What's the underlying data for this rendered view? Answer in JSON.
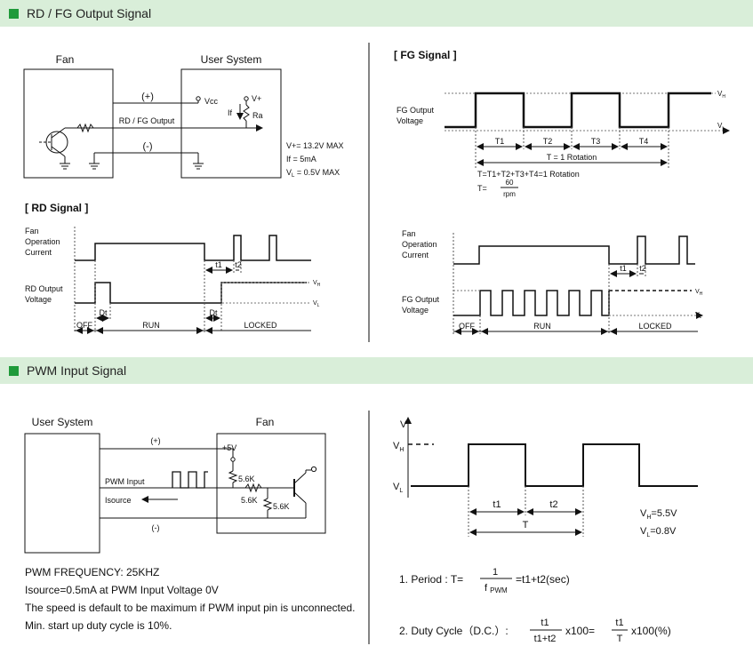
{
  "sections": {
    "rdfg_title": "RD / FG Output Signal",
    "pwm_title": "PWM Input Signal"
  },
  "rdfg_circuit": {
    "fan_label": "Fan",
    "user_system_label": "User System",
    "plus": "(+)",
    "minus": "(-)",
    "vcc": "Vcc",
    "vplus": "V+",
    "if_label": "If",
    "ra": "Ra",
    "output_line": "RD / FG Output",
    "spec1": "V+= 13.2V MAX",
    "spec2": "If   = 5mA",
    "spec3_prefix": "V",
    "spec3_sub": "L",
    "spec3_rest": " = 0.5V MAX"
  },
  "fg_signal": {
    "title": "[ FG Signal ]",
    "output_label_1": "FG Output",
    "output_label_2": "Voltage",
    "vh": "VH",
    "vl": "VL",
    "t1": "T1",
    "t2": "T2",
    "t3": "T3",
    "t4": "T4",
    "rotation": "T = 1 Rotation",
    "sum": "T=T1+T2+T3+T4=1 Rotation",
    "t_eq": "T=",
    "num": "60",
    "den": "rpm"
  },
  "rd_signal": {
    "title": "[ RD Signal ]",
    "current_1": "Fan",
    "current_2": "Operation",
    "current_3": "Current",
    "voltage_1": "RD Output",
    "voltage_2": "Voltage",
    "dt": "Dt",
    "t1": "t1",
    "t2": "t2",
    "off": "OFF",
    "run": "RUN",
    "locked": "LOCKED",
    "vh": "VH",
    "vl": "VL"
  },
  "fg_locked": {
    "current_1": "Fan",
    "current_2": "Operation",
    "current_3": "Current",
    "voltage_1": "FG Output",
    "voltage_2": "Voltage",
    "t1": "t1",
    "t2": "t2",
    "off": "OFF",
    "run": "RUN",
    "locked": "LOCKED",
    "vh": "VH",
    "vl": "VL"
  },
  "pwm_circuit": {
    "user_system_label": "User System",
    "fan_label": "Fan",
    "plus": "(+)",
    "minus": "(-)",
    "pwm_input": "PWM Input",
    "isource": "Isource",
    "v5": "+5V",
    "r1": "5.6K",
    "r2": "5.6K",
    "r3": "5.6K"
  },
  "pwm_notes": {
    "line1": "PWM FREQUENCY: 25KHZ",
    "line2": "Isource=0.5mA at PWM Input Voltage 0V",
    "line3": "The speed is default to be maximum if PWM input pin is unconnected.",
    "line4": "Min. start up duty cycle is 10%."
  },
  "pwm_wave": {
    "v": "V",
    "vh": "VH",
    "vl": "VL",
    "t1": "t1",
    "t2": "t2",
    "t": "T",
    "vh_val": "VH=5.5V",
    "vl_val": "VL=0.8V",
    "period_label": "1. Period :  T=",
    "period_num": "1",
    "period_den": "f PWM",
    "period_rest": "=t1+t2(sec)",
    "duty_label": "2. Duty Cycle（D.C.）:",
    "duty_num1": "t1",
    "duty_den1": "t1+t2",
    "duty_mid": "x100=",
    "duty_num2": "t1",
    "duty_den2": "T",
    "duty_end": "x100(%)"
  }
}
